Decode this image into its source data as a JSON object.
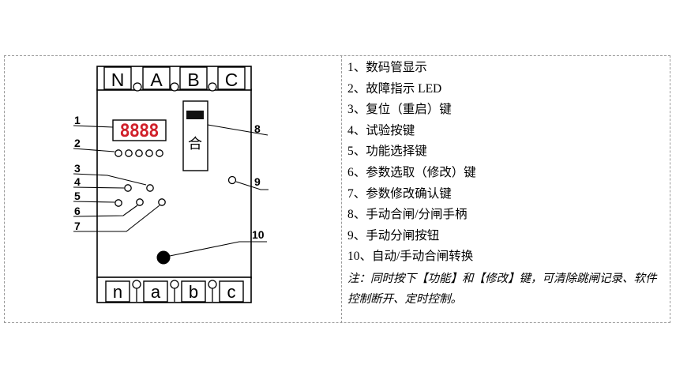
{
  "device": {
    "top_terminals": [
      "N",
      "A",
      "B",
      "C"
    ],
    "bottom_terminals": [
      "n",
      "a",
      "b",
      "c"
    ],
    "display_digits": "8888",
    "handle_label": "合",
    "callouts": [
      "1",
      "2",
      "3",
      "4",
      "5",
      "6",
      "7",
      "8",
      "9",
      "10"
    ],
    "colors": {
      "display": "#d0202a",
      "line": "#000000"
    }
  },
  "legend": {
    "items": [
      "1、数码管显示",
      "2、故障指示 LED",
      "3、复位（重启）键",
      "4、试验按键",
      "5、功能选择键",
      "6、参数选取（修改）键",
      "7、参数修改确认键",
      "8、手动合闸/分闸手柄",
      "9、手动分闸按钮",
      "10、自动/手动合闸转换"
    ],
    "note": "注：同时按下【功能】和【修改】键，可清除跳闸记录、软件控制断开、定时控制。"
  }
}
